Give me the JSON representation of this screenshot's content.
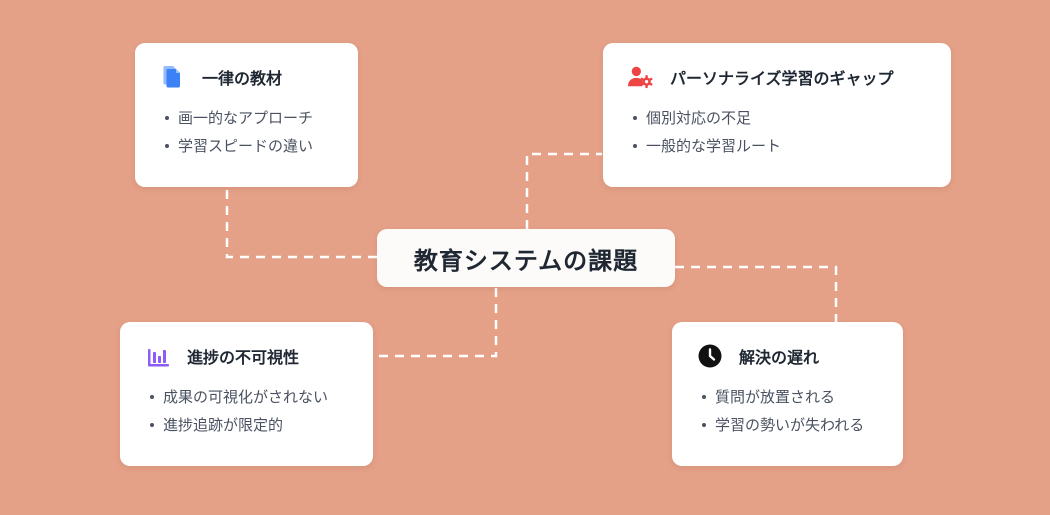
{
  "center": {
    "title": "教育システムの課題"
  },
  "cards": [
    {
      "title": "一律の教材",
      "icon": "document-copy-icon",
      "icon_color": "#3b82f6",
      "items": [
        "画一的なアプローチ",
        "学習スピードの違い"
      ]
    },
    {
      "title": "パーソナライズ学習のギャップ",
      "icon": "user-gear-icon",
      "icon_color": "#ef4444",
      "items": [
        "個別対応の不足",
        "一般的な学習ルート"
      ]
    },
    {
      "title": "進捗の不可視性",
      "icon": "bar-chart-icon",
      "icon_color": "#8b5cf6",
      "items": [
        "成果の可視化がされない",
        "進捗追跡が限定的"
      ]
    },
    {
      "title": "解決の遅れ",
      "icon": "clock-icon",
      "icon_color": "#111111",
      "items": [
        "質問が放置される",
        "学習の勢いが失われる"
      ]
    }
  ]
}
